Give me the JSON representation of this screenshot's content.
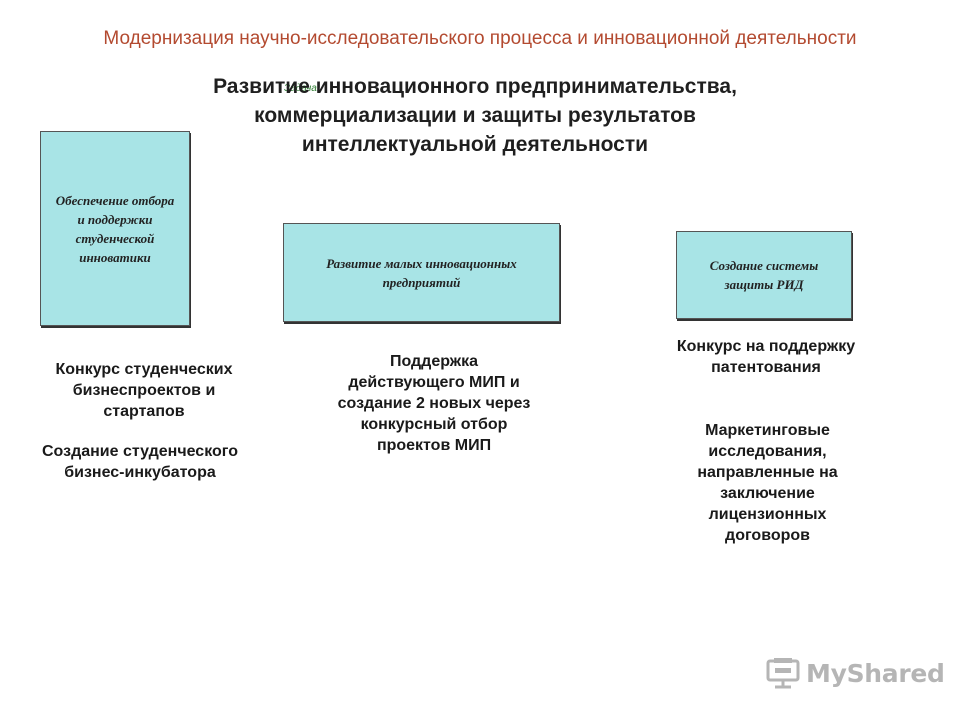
{
  "header": {
    "title": "Модернизация научно-исследовательского процесса и инновационной деятельности"
  },
  "task": {
    "label": "Задача:",
    "text": "Развитие инновационного предпринимательства, коммерциализации и защиты результатов интеллектуальной деятельности"
  },
  "boxes": [
    {
      "text": "Обеспечение отбора и поддержки студенческой инноватики"
    },
    {
      "text": "Развитие малых инновационных предприятий"
    },
    {
      "text": "Создание системы защиты РИД"
    }
  ],
  "columns": [
    {
      "items": [
        "Конкурс студенческих бизнеспроектов и стартапов",
        "Создание студенческого бизнес-инкубатора"
      ]
    },
    {
      "items": [
        "Поддержка действующего МИП и создание 2 новых через конкурсный отбор проектов МИП"
      ]
    },
    {
      "items": [
        "Конкурс на поддержку патентования",
        "Маркетинговые исследования, направленные на заключение лицензионных договоров"
      ]
    }
  ],
  "watermark": {
    "text": "MyShared"
  },
  "colors": {
    "title": "#b34a30",
    "task_label": "#2e7d32",
    "box_fill": "#a8e4e6"
  }
}
